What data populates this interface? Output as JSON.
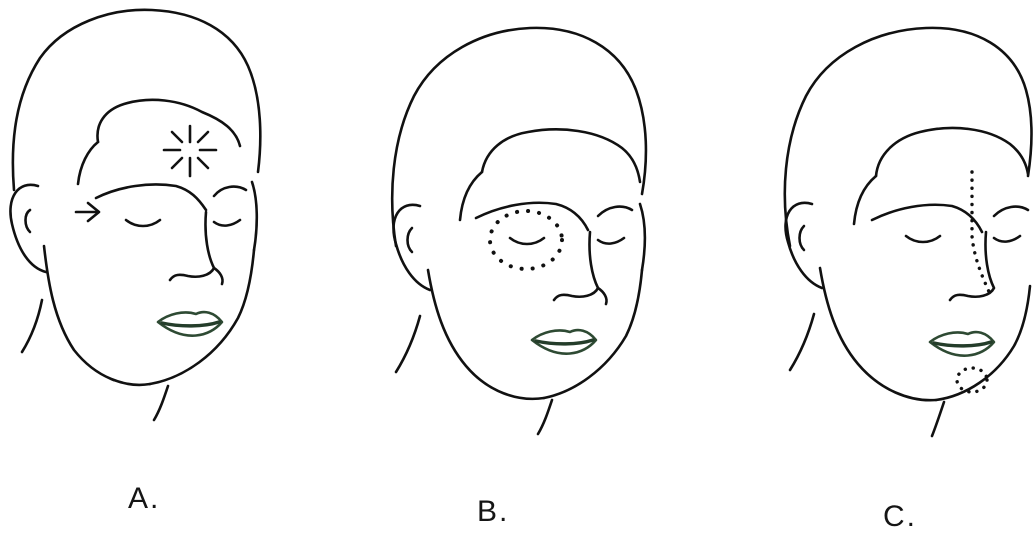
{
  "panels": [
    {
      "label": "A."
    },
    {
      "label": "B."
    },
    {
      "label": "C."
    }
  ],
  "colors": {
    "ink": "#111111",
    "lips": "#2e4a33",
    "background": "#ffffff"
  }
}
